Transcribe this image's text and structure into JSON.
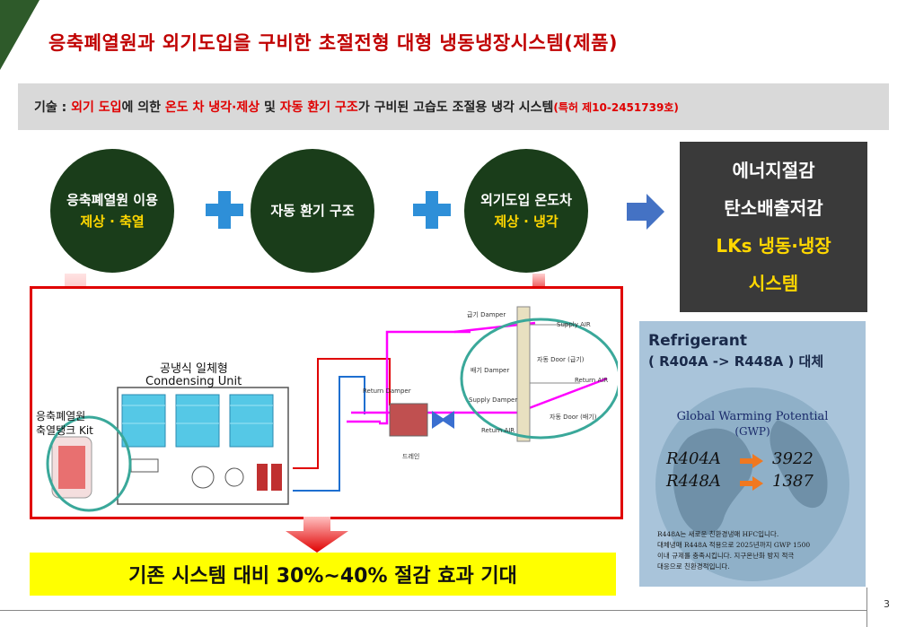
{
  "title": "응축폐열원과 외기도입을 구비한 초절전형 대형 냉동냉장시스템(제품)",
  "tech": {
    "prefix": "기술 : ",
    "k1": "외기 도입",
    "t1": "에 의한 ",
    "k2": "온도 차 냉각·제상",
    "t2": " 및 ",
    "k3": "자동 환기 구조",
    "t3": "가 구비된 고습도 조절용 냉각 시스템",
    "patent": "(특허 제10-2451739호)"
  },
  "circles": [
    {
      "line1": "응축폐열원 이용",
      "line2": "제상 · 축열"
    },
    {
      "line1": "자동 환기 구조",
      "line2": ""
    },
    {
      "line1": "외기도입 온도차",
      "line2": "제상 · 냉각"
    }
  ],
  "result_box": {
    "line1": "에너지절감",
    "line2": "탄소배출저감",
    "line3": "LKs 냉동·냉장",
    "line4": "시스템"
  },
  "diagram": {
    "unit_label_1": "공냉식  일체형",
    "unit_label_2": "Condensing  Unit",
    "tank_label_1": "응축폐열원",
    "tank_label_2": "축열탱크  Kit",
    "labels": {
      "return_damper": "Return Damper",
      "supply_air": "Supply AIR",
      "return_air": "Return AIR",
      "supply_damper": "Supply Damper",
      "return_air_2": "Return AIR",
      "door1": "자동 Door (급기)",
      "door2": "자동 Door (배기)",
      "damper_top": "급기 Damper",
      "damper_mid": "배기 Damper",
      "drain": "드레인"
    }
  },
  "refrigerant": {
    "title1": "Refrigerant",
    "title2": "( R404A -> R448A ) 대체",
    "gwp_title": "Global Warming Potential",
    "gwp_abbr": "(GWP)",
    "rows": [
      {
        "name": "R404A",
        "value": "3922"
      },
      {
        "name": "R448A",
        "value": "1387"
      }
    ],
    "note1": "R448A는 새로운 친환경냉매 HFC입니다.",
    "note2": "대체냉매 R448A 적용으로 2025년까지 GWP 1500",
    "note3": "이내 규제를 충족시킵니다. 지구온난화 방지 적극",
    "note4": "대응으로 친환경적입니다."
  },
  "bottom": "기존 시스템 대비 30%~40% 절감 효과 기대",
  "page_number": "3",
  "colors": {
    "title_red": "#c00000",
    "circle_green": "#1a3d1a",
    "plus_blue": "#2e8fd8",
    "magenta": "#ff00ff",
    "pipe_red": "#e00000",
    "pipe_blue": "#1e6fd0",
    "teal": "#3aa89a"
  }
}
